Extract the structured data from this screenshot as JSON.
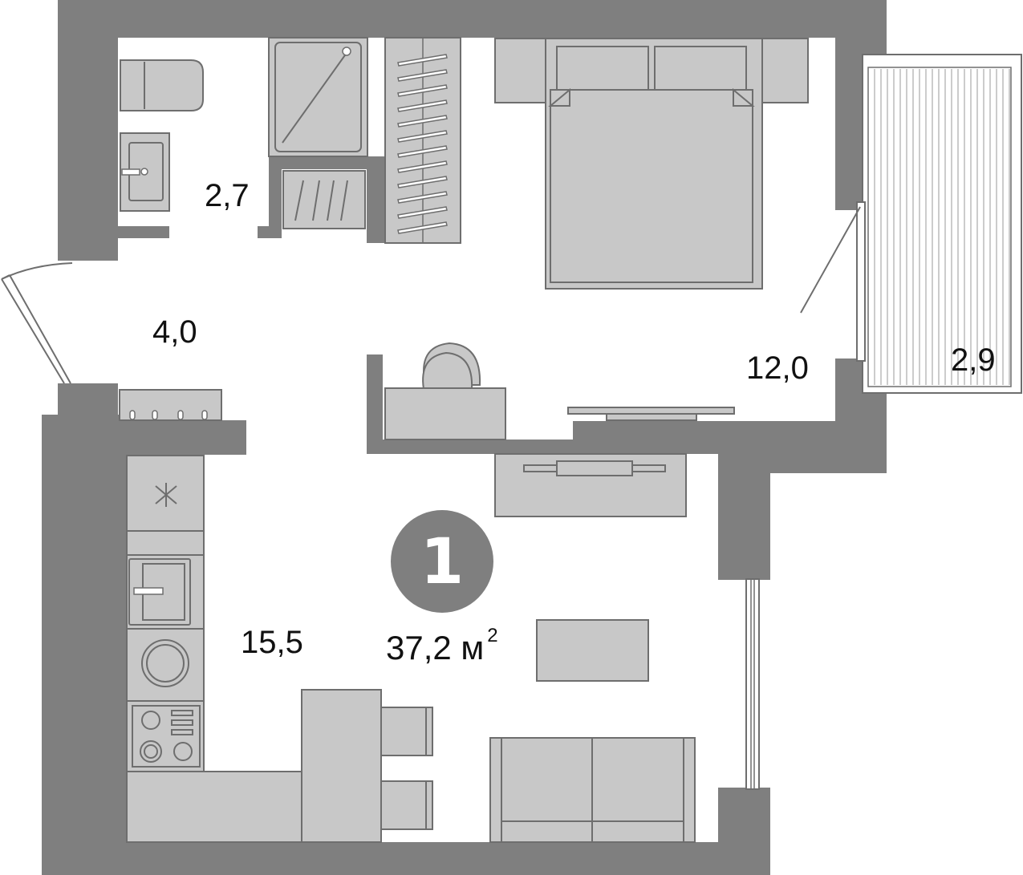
{
  "plan": {
    "room_count": "1",
    "total_area_value": "37,2 м",
    "total_area_exponent": "2",
    "rooms": {
      "bathroom": "2,7",
      "hallway": "4,0",
      "bedroom": "12,0",
      "balcony": "2,9",
      "kitchen_living": "15,5"
    },
    "colors": {
      "wall": "#7f7f7f",
      "furniture": "#c8c8c8",
      "badge": "#7f7f7f"
    }
  }
}
